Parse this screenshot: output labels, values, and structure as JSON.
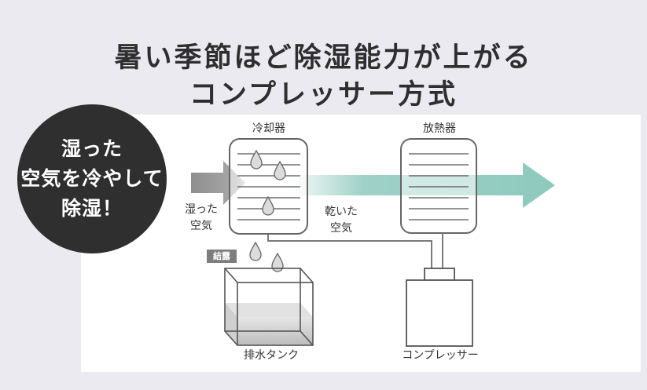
{
  "headline": {
    "line1": "暑い季節ほど除湿能力が上がる",
    "line2": "コンプレッサー方式"
  },
  "bubble": {
    "line1": "湿った",
    "line2": "空気を冷やして",
    "line3": "除湿！"
  },
  "diagram": {
    "cooler_label": "冷却器",
    "radiator_label": "放熱器",
    "humid_air": {
      "line1": "湿った",
      "line2": "空気"
    },
    "dry_air": {
      "line1": "乾いた",
      "line2": "空気"
    },
    "condensation_tag": "結露",
    "tank_label": "排水タンク",
    "compressor_label": "コンプレッサー"
  },
  "colors": {
    "background": "#ebeaf0",
    "bubble": "#2f2f2f",
    "inflow_arrow": "#9a9a9a",
    "outflow_arrow": "#8ec9bd",
    "water": "#cfcfcf"
  }
}
